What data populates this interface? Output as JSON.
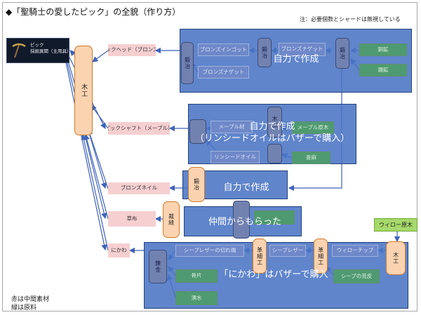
{
  "title": "◆「聖騎士の愛したピック」の全貌（作り方）",
  "note": "注：必要個数とシャードは無視している",
  "legend": {
    "red": "赤は中間素材",
    "green": "緑は原料"
  },
  "product": {
    "icon": "pickaxe-icon",
    "name": "ピック",
    "subtitle": "採掘異聞（主用具）"
  },
  "craft_mokko": "木工",
  "intermediates": {
    "pick_head": "ピックヘッド（ブロンズ）",
    "pick_shaft": "ピックシャフト（メープル）",
    "bronze_nail": "ブロンズネイル",
    "grass_cloth": "草布",
    "nikawa": "にかわ"
  },
  "head_group": {
    "seiren": "鍛冶",
    "bronze_ingot": "ブロンズインゴット",
    "bronze_nugget": "ブロンズナゲット",
    "bronze_nugget_2": "ブロンズナゲット",
    "copper_ore": "銅鉱",
    "tin_ore": "錫鉱",
    "overlay": "自力で作成"
  },
  "shaft_group": {
    "craft": "木工",
    "maple_lumber": "メープル材",
    "maple_log": "メープル原木",
    "linseed_oil": "リンシードオイル",
    "flax": "亜麻",
    "overlay_1": "自力で作成",
    "overlay_2": "（リンシードオイルはバザーで購入）"
  },
  "nail_group": {
    "craft": "鍛冶",
    "overlay": "自力で作成"
  },
  "cloth_group": {
    "craft": "裁縫",
    "overlay": "仲間からもらった"
  },
  "nikawa_group": {
    "craft": "錬金",
    "sheepskin_scraps": "シープレザーの切れ端",
    "sheep_leather": "シープレザー",
    "fine_craft": "革細工",
    "willow_chip": "ウィローチップ",
    "bone_fragment": "骨片",
    "sheep_raw_hide": "シープの荒皮",
    "water": "湧水",
    "overlay": "「にかわ」はバザーで購入"
  },
  "willow_log": "ウィロー原木",
  "colors": {
    "group_blue": "#4a74c4",
    "intermediate_pink": "#f6cfd1",
    "raw_green": "#4f9a70",
    "craft_orange": "#fbd3b0",
    "arrow_blue": "#3e62b8"
  }
}
